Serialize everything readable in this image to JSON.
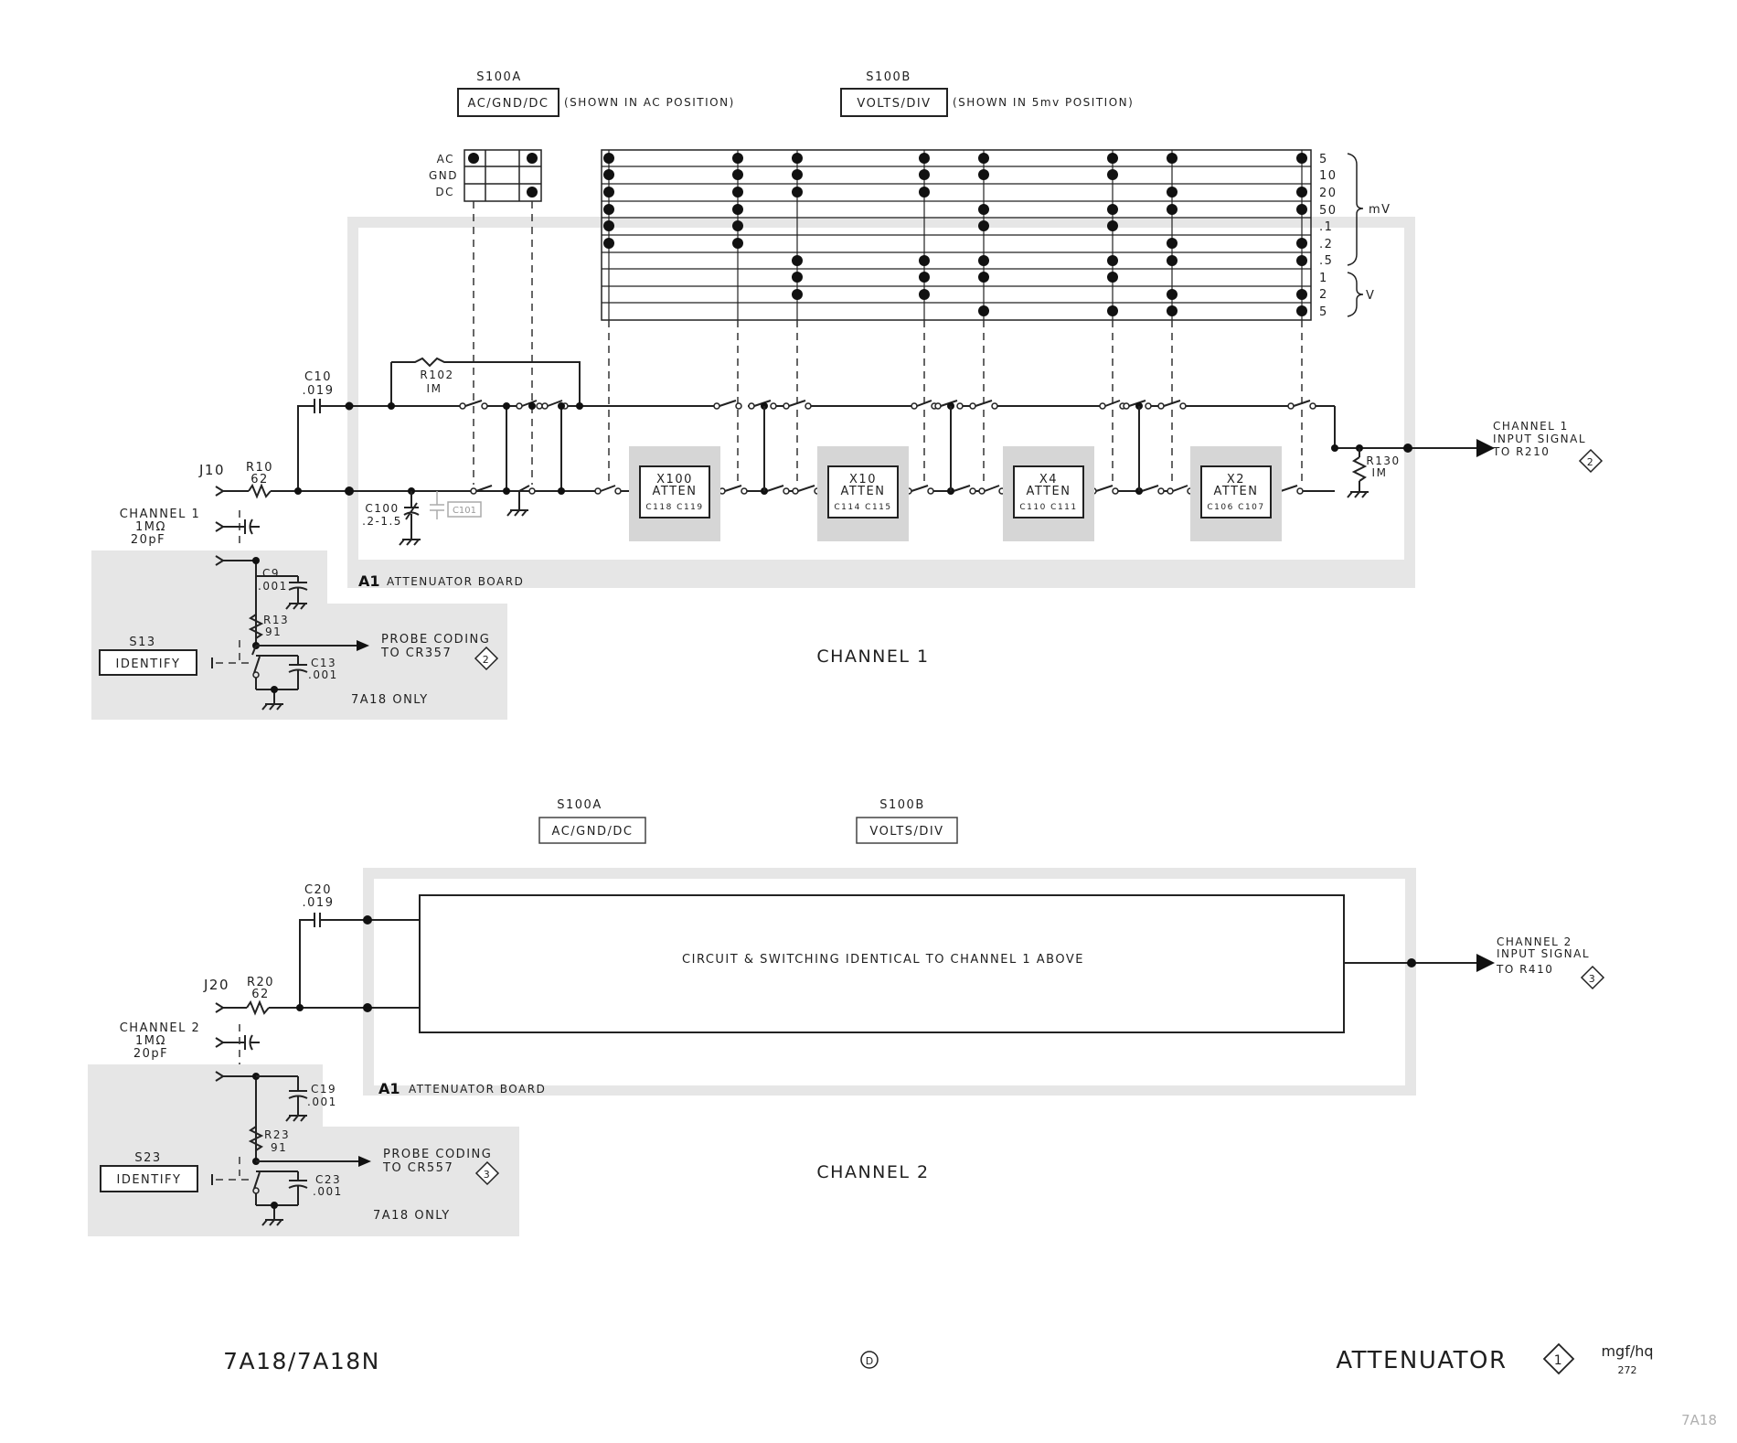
{
  "ch1": {
    "s100a": {
      "ref": "S100A",
      "label": "AC/GND/DC",
      "note": "(SHOWN IN AC POSITION)"
    },
    "s100b": {
      "ref": "S100B",
      "label": "VOLTS/DIV",
      "note": "(SHOWN IN 5mv POSITION)"
    },
    "coupling_rows": [
      "AC",
      "GND",
      "DC"
    ],
    "volts_rows": [
      "5",
      "10",
      "20",
      "50",
      ".1",
      ".2",
      ".5",
      "1",
      "2",
      "5"
    ],
    "mv_unit": "mV",
    "v_unit": "V",
    "c10": [
      "C10",
      ".019"
    ],
    "r102": [
      "R102",
      "IM"
    ],
    "j": "J10",
    "r10": [
      "R10",
      "62"
    ],
    "channel": [
      "CHANNEL 1",
      "1MΩ",
      "20pF"
    ],
    "c100": [
      "C100",
      ".2-1.5"
    ],
    "c101": "C101",
    "c9": [
      "C9",
      ".001"
    ],
    "board": "ATTENUATOR BOARD",
    "board_ref": "A1",
    "r13": [
      "R13",
      "91"
    ],
    "s13": "S13",
    "identify": "IDENTIFY",
    "probe": [
      "PROBE CODING",
      "TO CR357"
    ],
    "probe_ref": "2",
    "c13": [
      "C13",
      ".001"
    ],
    "only": "7A18 ONLY",
    "title": "CHANNEL 1",
    "r130": [
      "R130",
      "IM"
    ],
    "out": [
      "CHANNEL 1",
      "INPUT SIGNAL",
      "TO R210"
    ],
    "out_ref": "2",
    "attens": [
      {
        "name": "X100",
        "sub": "ATTEN",
        "caps": "C118  C119"
      },
      {
        "name": "X10",
        "sub": "ATTEN",
        "caps": "C114  C115"
      },
      {
        "name": "X4",
        "sub": "ATTEN",
        "caps": "C110  C111"
      },
      {
        "name": "X2",
        "sub": "ATTEN",
        "caps": "C106  C107"
      }
    ]
  },
  "ch2": {
    "s100a": {
      "ref": "S100A",
      "label": "AC/GND/DC"
    },
    "s100b": {
      "ref": "S100B",
      "label": "VOLTS/DIV"
    },
    "c20": [
      "C20",
      ".019"
    ],
    "j": "J20",
    "r20": [
      "R20",
      "62"
    ],
    "channel": [
      "CHANNEL 2",
      "1MΩ",
      "20pF"
    ],
    "circuit": "CIRCUIT & SWITCHING IDENTICAL TO CHANNEL 1 ABOVE",
    "board": "ATTENUATOR BOARD",
    "board_ref": "A1",
    "c19": [
      "C19",
      ".001"
    ],
    "r23": [
      "R23",
      "91"
    ],
    "s23": "S23",
    "identify": "IDENTIFY",
    "probe": [
      "PROBE CODING",
      "TO CR557"
    ],
    "probe_ref": "3",
    "c23": [
      "C23",
      ".001"
    ],
    "only": "7A18 ONLY",
    "title": "CHANNEL 2",
    "out": [
      "CHANNEL 2",
      "INPUT SIGNAL",
      "TO R410"
    ],
    "out_ref": "3"
  },
  "footer": {
    "model": "7A18/7A18N",
    "symbol": "D",
    "title": "ATTENUATOR",
    "ref": "1",
    "initials": "mgf/hq",
    "number": "272",
    "corner": "7A18"
  }
}
